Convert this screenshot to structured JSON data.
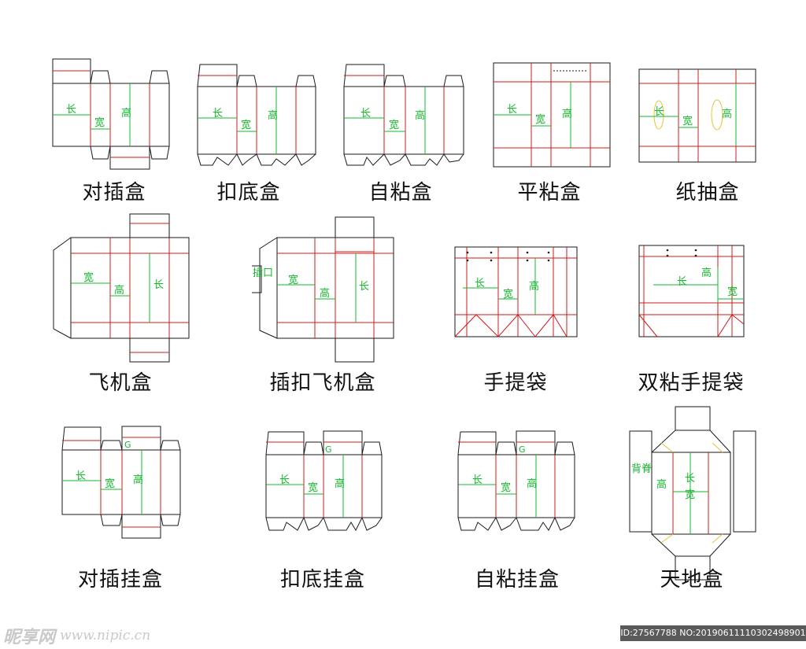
{
  "colors": {
    "outline": "#1a1a1a",
    "fold_line": "#d01818",
    "label_green": "#13b82c",
    "handle_yellow": "#e6c430"
  },
  "panel_labels": {
    "length": "长",
    "width": "宽",
    "height": "高",
    "insert": "插口",
    "back": "背脊",
    "glue": "G"
  },
  "boxes": [
    {
      "name": "对插盒"
    },
    {
      "name": "扣底盒"
    },
    {
      "name": "自粘盒"
    },
    {
      "name": "平粘盒"
    },
    {
      "name": "纸抽盒"
    },
    {
      "name": "飞机盒"
    },
    {
      "name": "插扣飞机盒"
    },
    {
      "name": "手提袋"
    },
    {
      "name": "双粘手提袋"
    },
    {
      "name": "对插挂盒"
    },
    {
      "name": "扣底挂盒"
    },
    {
      "name": "自粘挂盒"
    },
    {
      "name": "天地盒"
    }
  ],
  "watermark": {
    "logo": "昵享网",
    "url": "www.nipic.cn",
    "id_text": "ID:27567788 NO:20190611110302498901"
  }
}
